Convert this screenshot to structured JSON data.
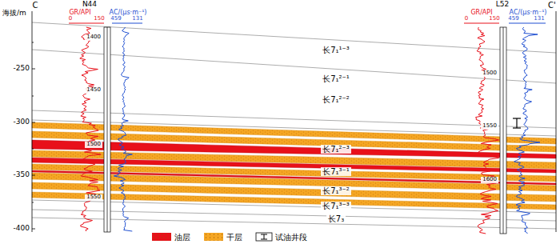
{
  "diagram": {
    "labels": [
      "C",
      "海拔/m",
      "-250",
      "-300",
      "-350",
      "-400",
      "N44",
      "GR/API",
      "0",
      "150",
      "AC/(μs·m⁻¹)",
      "459",
      "131",
      "1400",
      "1450",
      "1500",
      "1550",
      "L52",
      "C'",
      "GR/API",
      "0",
      "150",
      "AC/(μs·m⁻¹)",
      "459",
      "131",
      "1500",
      "1550",
      "1600",
      "长7₁¹⁻³",
      "长7₁²⁻¹",
      "长7₁²⁻²",
      "长7₁²⁻³",
      "长7₁³⁻¹",
      "长7₁³⁻²",
      "长7₁³⁻³",
      "长7₃"
    ],
    "legend": [
      {
        "text": "油层",
        "color": "#e8101a"
      },
      {
        "text": "干层",
        "color": "#f5a623"
      },
      {
        "text": "试油井段"
      }
    ]
  }
}
